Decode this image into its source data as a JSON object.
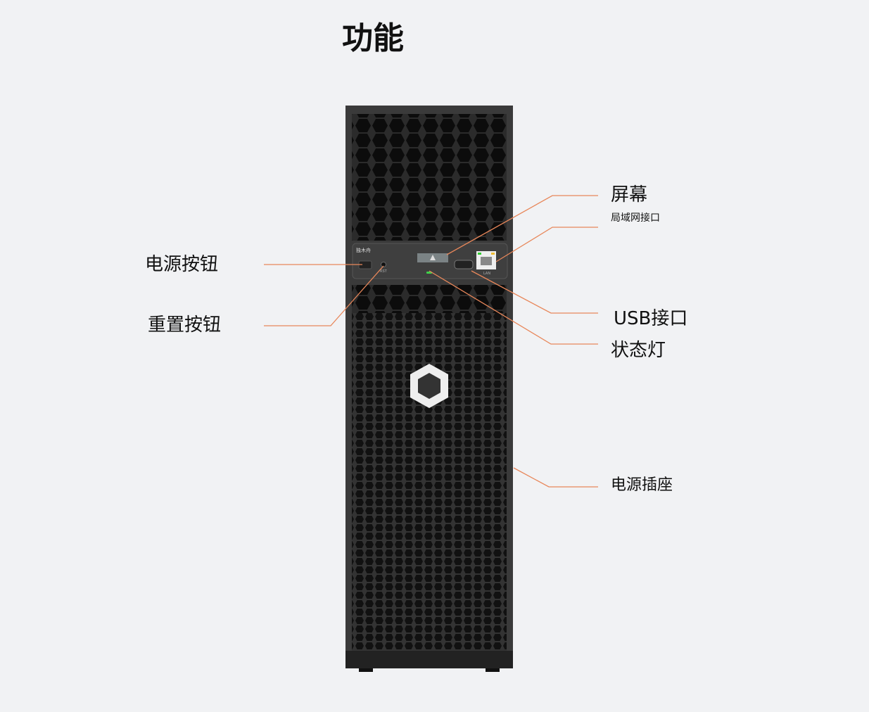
{
  "title": "功能",
  "device": {
    "brand_text": "独木舟",
    "reset_text": "RST",
    "lan_text": "LAN"
  },
  "labels": {
    "screen": "屏幕",
    "lan_port": "局域网接口",
    "power_button": "电源按钮",
    "reset_button": "重置按钮",
    "usb_port": "USB接口",
    "status_light": "状态灯",
    "power_socket": "电源插座"
  },
  "colors": {
    "leader": "#e8875a",
    "chassis": "#3a3a3a",
    "status_led": "#3fd14a"
  }
}
